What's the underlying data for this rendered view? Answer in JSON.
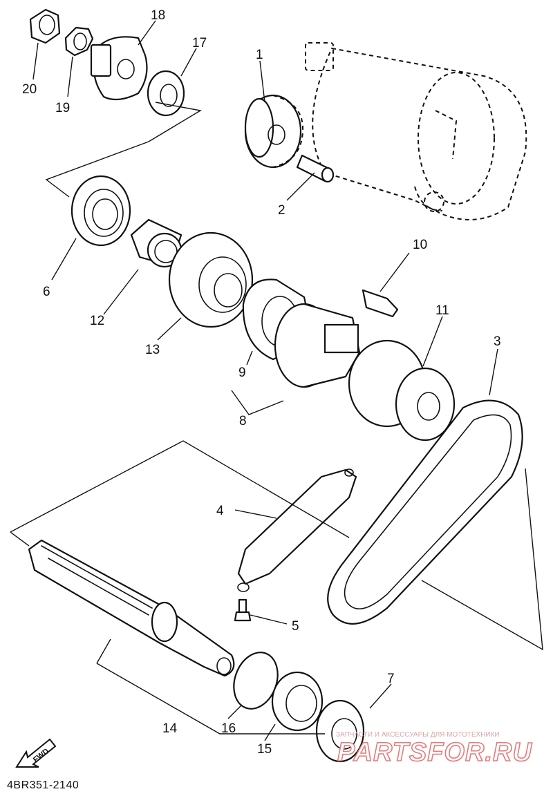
{
  "diagram_code": "4BR351-2140",
  "fwd_label": "FWD",
  "watermark": {
    "tagline": "ЗАПЧАСТИ И АКСЕССУАРЫ ДЛЯ МОТОТЕХНИКИ",
    "logo": "PARTSFOR.RU"
  },
  "callouts": [
    "1",
    "2",
    "3",
    "4",
    "5",
    "6",
    "7",
    "8",
    "9",
    "10",
    "11",
    "12",
    "13",
    "14",
    "15",
    "16",
    "17",
    "18",
    "19",
    "20"
  ]
}
